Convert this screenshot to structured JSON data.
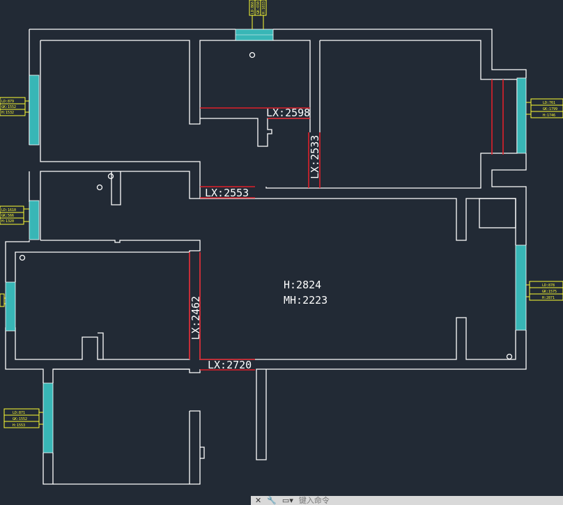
{
  "center_label": {
    "height": "H:2824",
    "mh": "MH:2223"
  },
  "dimensions": [
    {
      "id": "lx-2598",
      "text": "LX:2598"
    },
    {
      "id": "lx-2533",
      "text": "LX:2533"
    },
    {
      "id": "lx-2553",
      "text": "LX:2553"
    },
    {
      "id": "lx-2462",
      "text": "LX:2462"
    },
    {
      "id": "lx-2720",
      "text": "LX:2720"
    }
  ],
  "window_tags": [
    {
      "id": "top",
      "lines": [
        "LD:B66",
        "GK:650",
        "H:1033"
      ]
    },
    {
      "id": "left-1",
      "lines": [
        "LD:879",
        "GK:1552",
        "H:1532"
      ]
    },
    {
      "id": "left-2",
      "lines": [
        "LD:1610",
        "GK:566",
        "H:1320"
      ]
    },
    {
      "id": "left-3",
      "lines": [
        "LD:871",
        "GK:1552",
        "H:1553"
      ]
    },
    {
      "id": "right-1",
      "lines": [
        "LD:761",
        "GK:1799",
        "H:1746"
      ]
    },
    {
      "id": "right-2",
      "lines": [
        "LD:878",
        "GK:1575",
        "H:2871"
      ]
    }
  ],
  "command_bar": {
    "close_icon": "close-icon",
    "wrench_icon": "wrench-icon",
    "console_icon": "console-icon",
    "placeholder": "键入命令"
  }
}
